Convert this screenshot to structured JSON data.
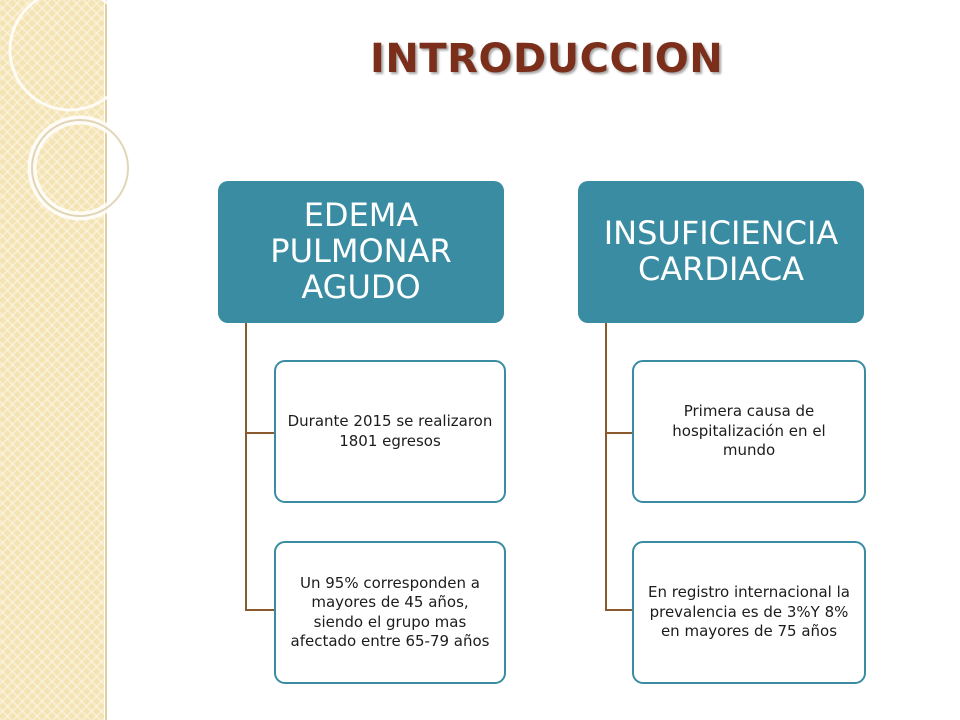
{
  "slide": {
    "title": "INTRODUCCION"
  },
  "diagram": {
    "branches": [
      {
        "header": "EDEMA PULMONAR AGUDO",
        "items": [
          "Durante 2015 se realizaron 1801 egresos",
          "Un 95% corresponden a mayores de 45 años, siendo el grupo mas afectado  entre 65-79 años"
        ]
      },
      {
        "header": "INSUFICIENCIA CARDIACA",
        "items": [
          "Primera causa de hospitalización en el mundo",
          "En registro internacional la prevalencia es de 3%Y 8% en mayores de 75 años"
        ]
      }
    ]
  },
  "colors": {
    "header_fill": "#3a8ca2",
    "title_text": "#7b2e1a",
    "side_panel": "#f4e4b4"
  }
}
